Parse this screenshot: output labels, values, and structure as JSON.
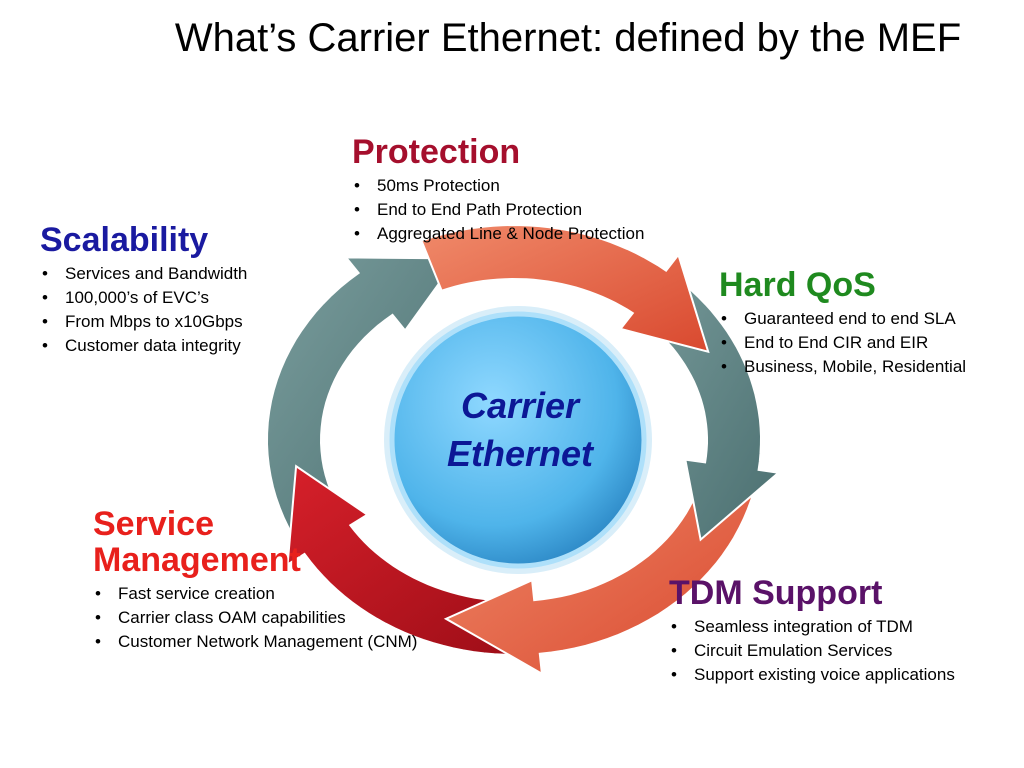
{
  "slide": {
    "title": "What’s Carrier Ethernet: defined by the MEF"
  },
  "center": {
    "line1": "Carrier",
    "line2": "Ethernet"
  },
  "colors": {
    "protection": "#a50f2d",
    "scalability": "#1a1aa0",
    "hard_qos": "#1f8a1f",
    "service_management": "#e8201c",
    "tdm_support": "#5a1268",
    "arrow_orange": "#e3654a",
    "arrow_teal": "#5f8585",
    "arrow_red": "#c0121e",
    "circle_blue": "#4fb4ea",
    "center_text": "#0c1796"
  },
  "protection": {
    "heading": "Protection",
    "items": [
      "50ms Protection",
      "End to End Path Protection",
      "Aggregated Line & Node Protection"
    ]
  },
  "scalability": {
    "heading": "Scalability",
    "items": [
      "Services and Bandwidth",
      "100,000’s of EVC’s",
      "From Mbps to x10Gbps",
      "Customer data integrity"
    ]
  },
  "hard_qos": {
    "heading": "Hard QoS",
    "items": [
      "Guaranteed end to end SLA",
      "End to End CIR and EIR",
      "Business, Mobile, Residential"
    ]
  },
  "service_management": {
    "heading_line1": "Service",
    "heading_line2": "Management",
    "items": [
      "Fast service creation",
      "Carrier class OAM capabilities",
      "Customer Network Management (CNM)"
    ]
  },
  "tdm_support": {
    "heading": "TDM Support",
    "items": [
      "Seamless integration of TDM",
      "Circuit Emulation Services",
      "Support existing voice applications"
    ]
  }
}
